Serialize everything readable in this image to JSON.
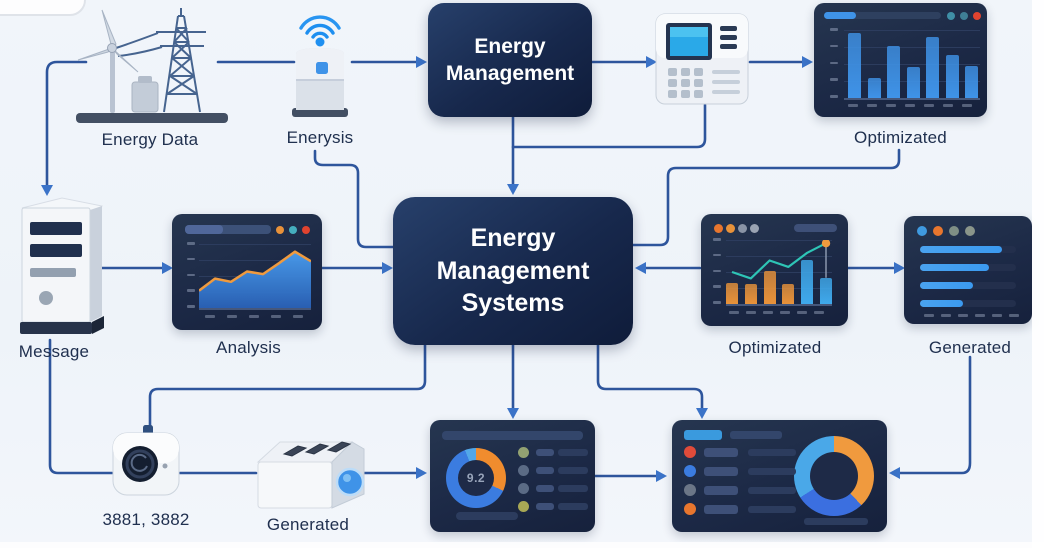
{
  "diagram_title": "Energy Management Systems flow diagram",
  "labels": {
    "energy_data": "Energy Data",
    "enerysis": "Enerysis",
    "em1": "Energy",
    "em2": "Management",
    "optimizated_top": "Optimizated",
    "message": "Message",
    "analysis": "Analysis",
    "ems1": "Energy",
    "ems2": "Management",
    "ems3": "Systems",
    "optimizated_mid": "Optimizated",
    "generated_mid": "Generated",
    "cameras": "3881, 3882",
    "generated_device": "Generated"
  },
  "score_panel": {
    "score": "9.2"
  },
  "colors": {
    "connector": "#2e559c",
    "arrowhead": "#3b73c8",
    "node_box": "#18284a",
    "panel": "#1e2a47",
    "blue": "#3f93e8",
    "orange": "#e8923a",
    "teal": "#2ec5b6",
    "red": "#e0432f"
  },
  "edges": [
    {
      "from": "energy-data",
      "to": "message"
    },
    {
      "from": "energy-data",
      "to": "enerysis"
    },
    {
      "from": "enerysis",
      "to": "energy-management"
    },
    {
      "from": "energy-management",
      "to": "control-panel"
    },
    {
      "from": "control-panel",
      "to": "optimizated-top"
    },
    {
      "from": "energy-management",
      "to": "ems"
    },
    {
      "from": "control-panel",
      "to": "ems"
    },
    {
      "from": "enerysis",
      "to": "ems"
    },
    {
      "from": "optimizated-top",
      "to": "ems"
    },
    {
      "from": "message",
      "to": "analysis"
    },
    {
      "from": "analysis",
      "to": "ems"
    },
    {
      "from": "optimizated-mid",
      "to": "ems"
    },
    {
      "from": "optimizated-mid",
      "to": "generated-mid"
    },
    {
      "from": "generated-mid",
      "to": "summary-panel"
    },
    {
      "from": "ems",
      "to": "cameras"
    },
    {
      "from": "ems",
      "to": "score-panel"
    },
    {
      "from": "ems",
      "to": "summary-panel"
    },
    {
      "from": "message",
      "to": "cameras"
    },
    {
      "from": "cameras",
      "to": "generated-device"
    },
    {
      "from": "generated-device",
      "to": "score-panel"
    },
    {
      "from": "score-panel",
      "to": "summary-panel"
    }
  ],
  "chart_data": [
    {
      "id": "optimizated_top",
      "type": "bar",
      "values": [
        95,
        29,
        76,
        45,
        89,
        63,
        47
      ],
      "ylim": [
        0,
        100
      ],
      "bar_color": "#3f93e8",
      "header_dots": [
        "#3f8fa6",
        "#3f7f96",
        "#e0432f"
      ],
      "header_progress": 27,
      "grid": true
    },
    {
      "id": "analysis",
      "type": "area",
      "values": [
        27,
        46,
        41,
        57,
        53,
        70,
        88,
        73
      ],
      "ylim": [
        0,
        100
      ],
      "line_color": "#f09a3e",
      "fill_color": "#3b82dd",
      "header_dots": [
        "#e8923a",
        "#45aebe",
        "#e0432f"
      ],
      "grid": true
    },
    {
      "id": "optimizated_mid",
      "type": "bar+line",
      "bar_values": [
        33,
        32,
        51,
        31,
        69,
        41
      ],
      "bar_colors": [
        "#e8923a",
        "#e8923a",
        "#e8923a",
        "#e8923a",
        "#3fa9ec",
        "#3fa9ec"
      ],
      "line_values": [
        50,
        40,
        68,
        58,
        80,
        95
      ],
      "line_color": "#2ec5b6",
      "marker_color": "#f09a3e",
      "header_dots": [
        "#e8762e",
        "#e8923a",
        "#8a94a6",
        "#9aa3b2"
      ],
      "grid": true
    },
    {
      "id": "generated_mid",
      "type": "hbar",
      "values": [
        85,
        72,
        55,
        45
      ],
      "bar_color": "#3b9af0",
      "header_dots": [
        "#3f9ae0",
        "#e8762e",
        "#7f8f85",
        "#8a958a"
      ]
    },
    {
      "id": "score_donut",
      "type": "donut",
      "slices": [
        {
          "color": "#f08c2e",
          "pct": 32
        },
        {
          "color": "#3b7ce0",
          "pct": 62
        },
        {
          "color": "#52a7e8",
          "pct": 6
        }
      ],
      "center_text": "9.2",
      "legend_dots": [
        "#93a272",
        "#5b6b85",
        "#5b6b85",
        "#a8a855"
      ]
    },
    {
      "id": "summary_donut",
      "type": "donut",
      "slices": [
        {
          "color": "#f09a3e",
          "pct": 38
        },
        {
          "color": "#3b6fe0",
          "pct": 28
        },
        {
          "color": "#4aa8e8",
          "pct": 34
        }
      ],
      "legend_dots": [
        "#e04b3a",
        "#3b7ce0",
        "#6b7687",
        "#e8762e"
      ]
    }
  ]
}
